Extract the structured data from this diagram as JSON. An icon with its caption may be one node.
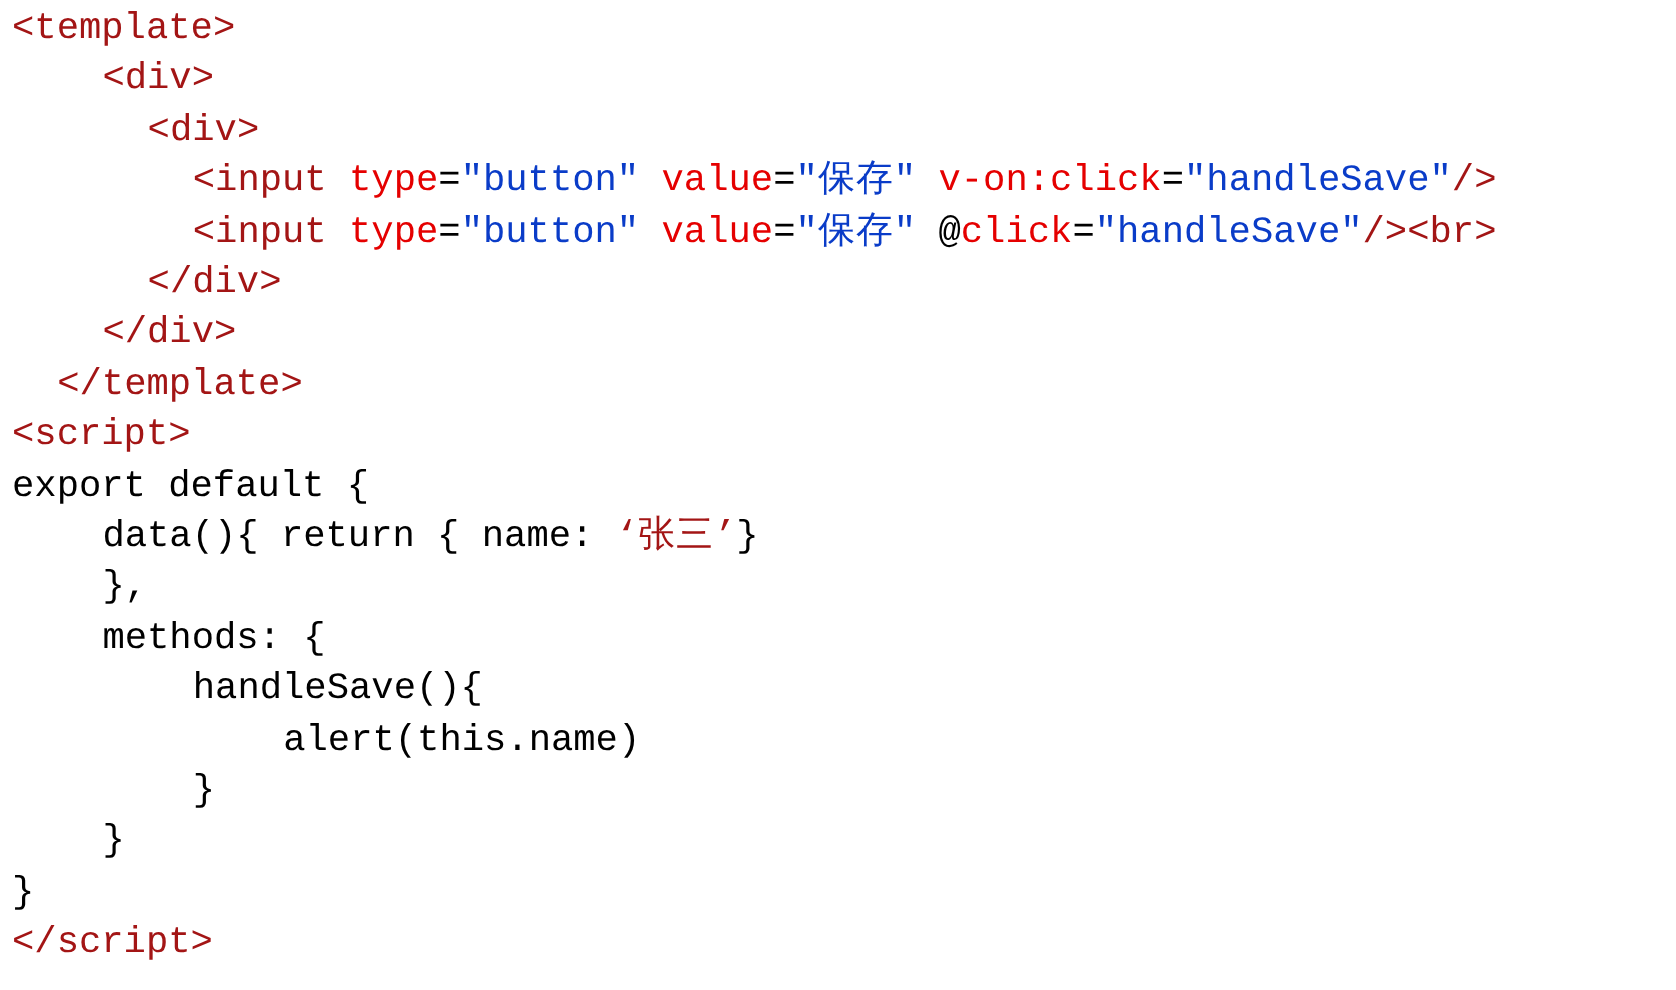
{
  "diagram": {
    "labels": [
      "<template>",
      "<div>",
      "<div>",
      "<input type=\"button\" value=\"保存\" v-on:click=\"handleSave\"/>",
      "<input type=\"button\" value=\"保存\" @click=\"handleSave\"/><br>",
      "</div>",
      "</div>",
      "</template>",
      "<script>",
      "export default {",
      "data(){ return { name: ‘张三’}",
      "},",
      "methods: {",
      "handleSave(){",
      "alert(this.name)",
      "}",
      "}",
      "}",
      "</script>"
    ]
  }
}
